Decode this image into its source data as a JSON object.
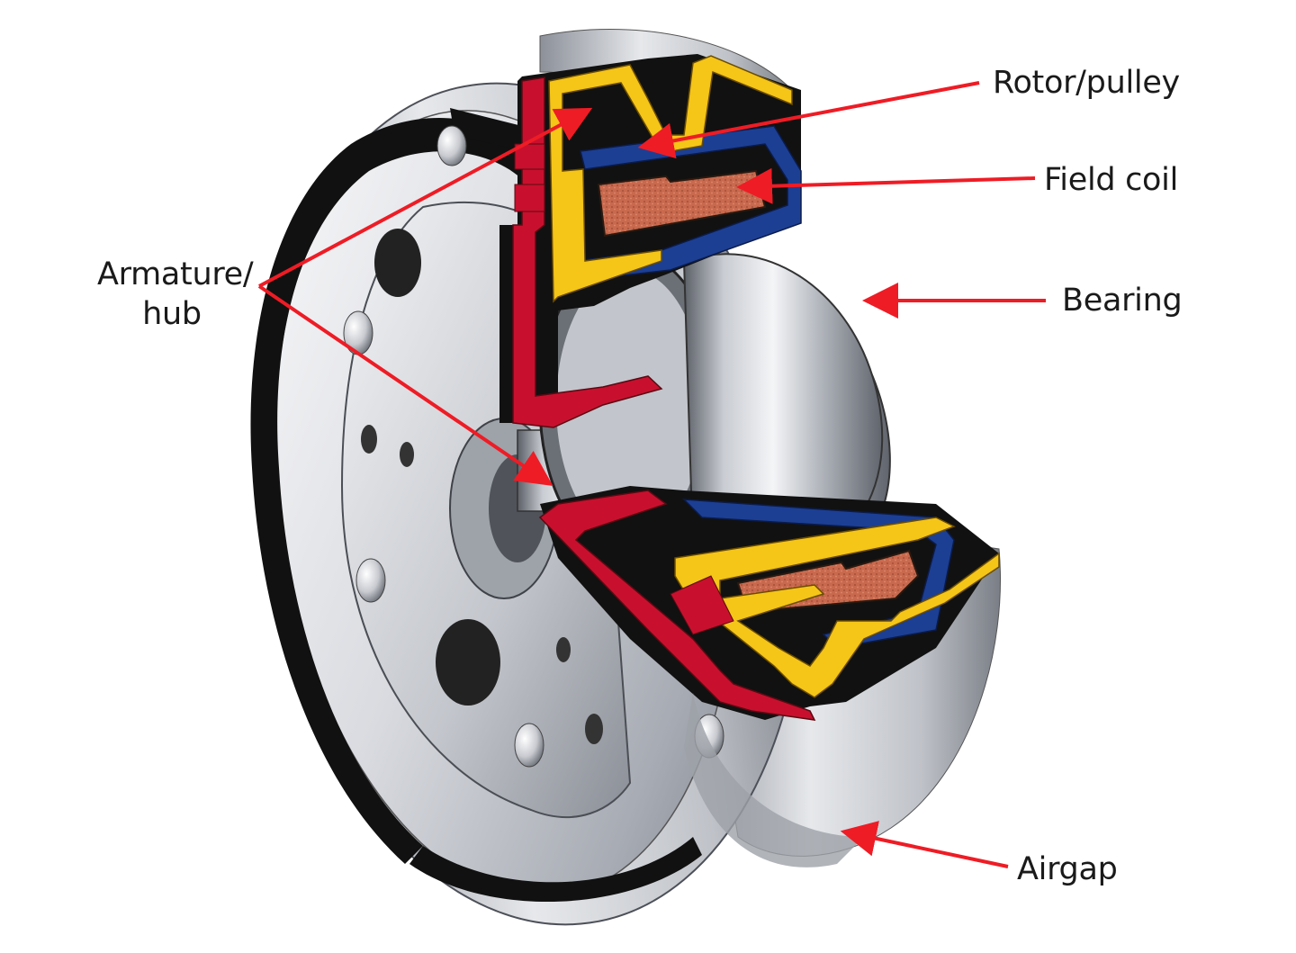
{
  "labels": {
    "rotor_pulley": "Rotor/pulley",
    "field_coil": "Field coil",
    "bearing": "Bearing",
    "airgap": "Airgap",
    "armature_line1": "Armature/",
    "armature_line2": "hub"
  },
  "colors": {
    "arrow": "#ee1c25",
    "armature_section": "#c8102e",
    "rotor_section": "#f5c518",
    "field_housing": "#1c3f94",
    "coil": "#c8694e",
    "metal_light": "#e9eaed",
    "metal_mid": "#b9bcc3",
    "metal_dark": "#6d7078",
    "outline": "#111111"
  }
}
